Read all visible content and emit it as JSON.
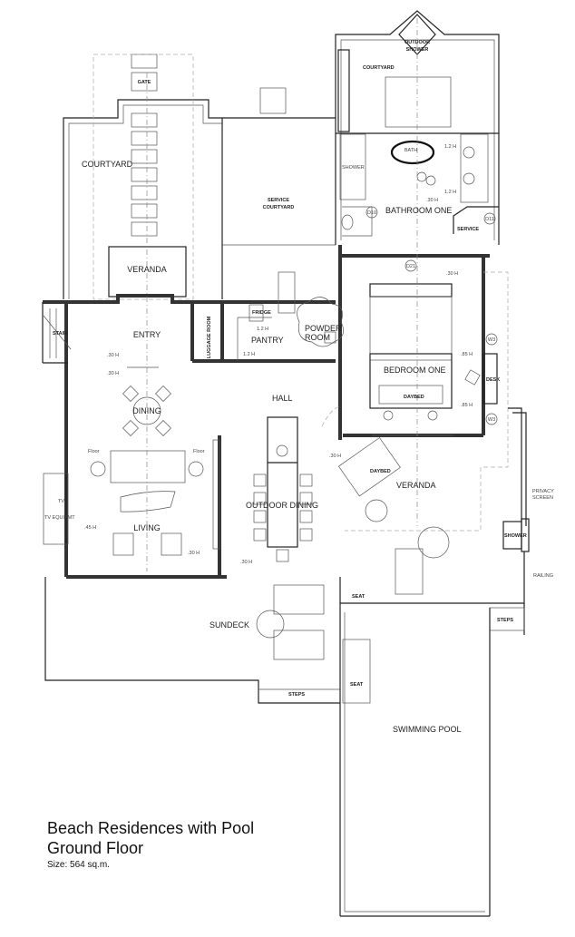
{
  "title": {
    "line1": "Beach Residences with Pool",
    "line2": "Ground Floor",
    "size": "Size: 564 sq.m."
  },
  "rooms": {
    "outdoor_shower": "OUTDOOR",
    "outdoor_shower2": "SHOWER",
    "courtyard_top": "COURTYARD",
    "gate": "GATE",
    "courtyard": "COURTYARD",
    "service_courtyard": "SERVICE",
    "service_courtyard2": "COURTYARD",
    "bath": "BATH",
    "shower": "SHOWER",
    "bathroom_one": "BATHROOM ONE",
    "service": "SERVICE",
    "veranda_entry": "VERANDA",
    "stair": "STAIR",
    "entry": "ENTRY",
    "luggage": "LUGGAGE ROOM",
    "fridge": "FRIDGE",
    "pantry": "PANTRY",
    "powder": "POWDER",
    "powder2": "ROOM",
    "hall": "HALL",
    "dining": "DINING",
    "living": "LIVING",
    "tv_equipment": "TV EQUIPMT",
    "tv": "TV",
    "outdoor_dining": "OUTDOOR DINING",
    "bedroom_one": "BEDROOM ONE",
    "daybed": "DAYBED",
    "desk": "DESK",
    "daybed_veranda": "DAYBED",
    "veranda": "VERANDA",
    "privacy_screen": "PRIVACY",
    "privacy_screen2": "SCREEN",
    "shower_outdoor": "SHOWER",
    "railing": "RAILING",
    "seat1": "SEAT",
    "seat2": "SEAT",
    "steps_right": "STEPS",
    "steps": "STEPS",
    "sundeck": "SUNDECK",
    "pool": "SWIMMING POOL",
    "floor1": "Floor",
    "floor2": "Floor"
  },
  "tags": {
    "d10": "D10",
    "d11": "D11",
    "d21": "D21",
    "w3a": "W3",
    "w3b": "W3"
  },
  "heights": {
    "h12a": "1.2 H",
    "h12b": "1.2 H",
    "h30bath": ".30 H",
    "h30bed": ".30 H",
    "h85a": ".85 H",
    "h85b": ".85 H",
    "h30e1": ".30 H",
    "h30e2": ".30 H",
    "h12f": "1.2 H",
    "h12p": "1.2 H",
    "h45": ".45 H",
    "h30l": ".30 H",
    "h30d": ".30 H",
    "h30v": ".30 H"
  }
}
